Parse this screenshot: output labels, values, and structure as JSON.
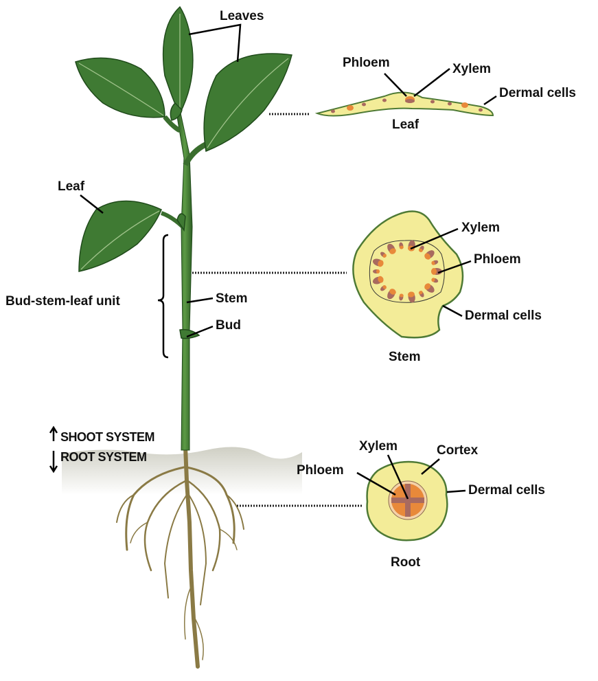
{
  "plant": {
    "leaves_label": "Leaves",
    "leaf_label": "Leaf",
    "unit_label": "Bud-stem-leaf unit",
    "stem_label": "Stem",
    "bud_label": "Bud",
    "shoot_system": "SHOOT SYSTEM",
    "root_system": "ROOT SYSTEM"
  },
  "leaf_section": {
    "title": "Leaf",
    "phloem": "Phloem",
    "xylem": "Xylem",
    "dermal": "Dermal cells"
  },
  "stem_section": {
    "title": "Stem",
    "xylem": "Xylem",
    "phloem": "Phloem",
    "dermal": "Dermal cells"
  },
  "root_section": {
    "title": "Root",
    "xylem": "Xylem",
    "cortex": "Cortex",
    "phloem": "Phloem",
    "dermal": "Dermal cells"
  },
  "colors": {
    "tissue": "#f3ec98",
    "border": "#4e7a35",
    "xylem": "#e8893a",
    "phloem": "#a86a5f",
    "plant": "#3f7a33"
  }
}
